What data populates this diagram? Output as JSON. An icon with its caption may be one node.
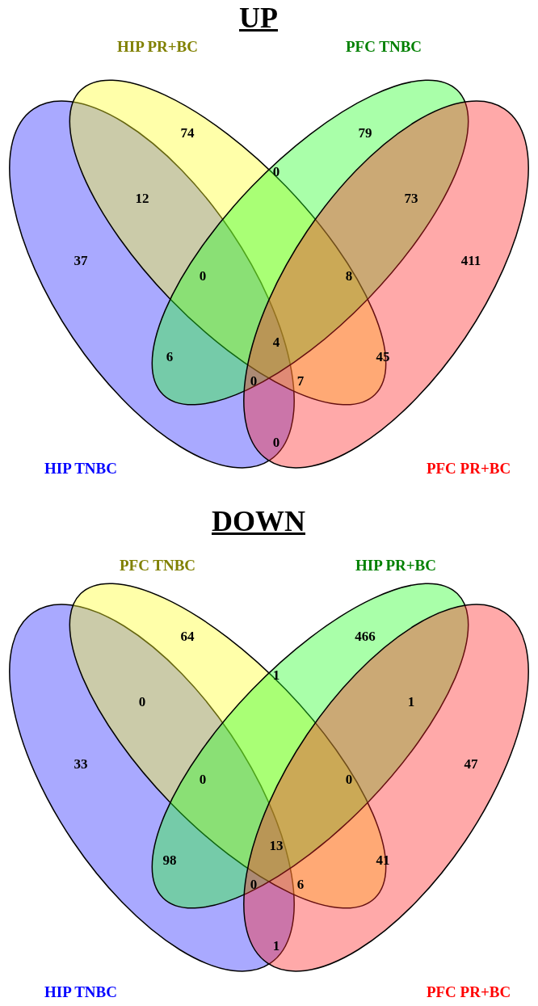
{
  "diagram": {
    "nodes": [
      {
        "text": [
          "HIP PR+BC"
        ]
      },
      {
        "text": [
          "PFC TNBC"
        ]
      },
      {
        "text": [
          "HIP TNBC"
        ]
      },
      {
        "text": [
          "PFC PR+BC"
        ]
      },
      {
        "text": [
          "PFC TNBC"
        ]
      },
      {
        "text": [
          "HIP PR+BC"
        ]
      },
      {
        "text": [
          "HIP TNBC"
        ]
      },
      {
        "text": [
          "PFC PR+BC"
        ]
      }
    ],
    "edges": [],
    "labels": [
      "UP",
      "74",
      "79",
      "12",
      "0",
      "73",
      "37",
      "0",
      "8",
      "411",
      "6",
      "4",
      "45",
      "0",
      "7",
      "0",
      "DOWN",
      "64",
      "466",
      "0",
      "1",
      "1",
      "33",
      "0",
      "0",
      "47",
      "98",
      "13",
      "41",
      "0",
      "6",
      "1"
    ]
  }
}
